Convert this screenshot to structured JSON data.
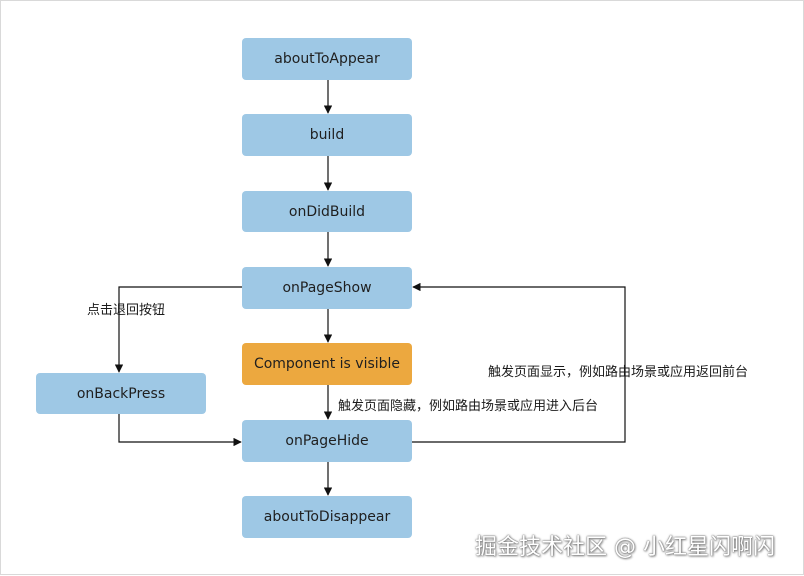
{
  "nodes": {
    "about_to_appear": "aboutToAppear",
    "build": "build",
    "on_did_build": "onDidBuild",
    "on_page_show": "onPageShow",
    "component_visible": "Component is visible",
    "on_back_press": "onBackPress",
    "on_page_hide": "onPageHide",
    "about_to_disappear": "aboutToDisappear"
  },
  "edge_labels": {
    "back_button": "点击退回按钮",
    "page_hidden": "触发页面隐藏，例如路由场景或应用进入后台",
    "page_shown": "触发页面显示，例如路由场景或应用返回前台"
  },
  "watermark": "掘金技术社区 @ 小红星闪啊闪",
  "colors": {
    "node_blue": "#9ec8e5",
    "node_orange": "#eca83f",
    "edge": "#111111"
  }
}
